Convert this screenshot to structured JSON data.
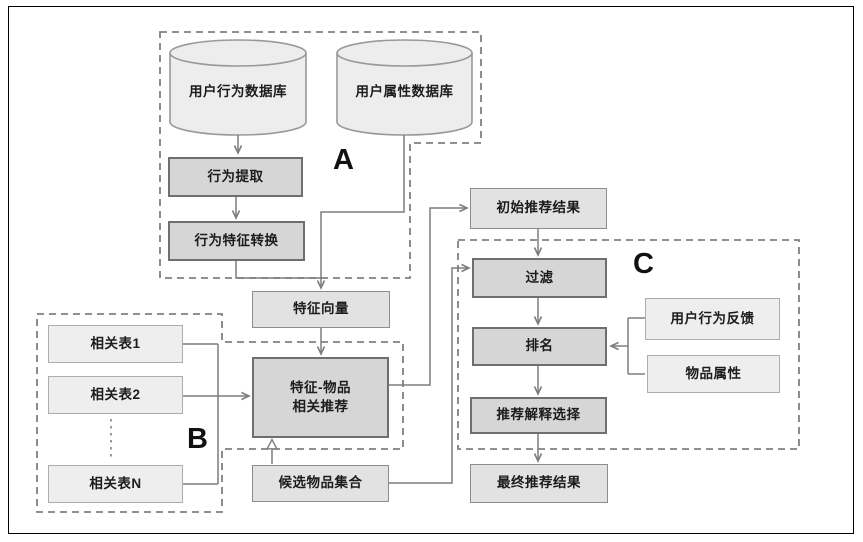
{
  "diagram": {
    "type": "flowchart",
    "language": "zh-CN",
    "sections": {
      "a": "A",
      "b": "B",
      "c": "C"
    },
    "nodes": {
      "user_behavior_db": "用户行为数据库",
      "user_attribute_db": "用户属性数据库",
      "behavior_extraction": "行为提取",
      "behavior_feature_conversion": "行为特征转换",
      "feature_vector": "特征向量",
      "feature_item_rec_line1": "特征-物品",
      "feature_item_rec_line2": "相关推荐",
      "related_table_1": "相关表1",
      "related_table_2": "相关表2",
      "related_table_n": "相关表N",
      "candidate_item_set": "候选物品集合",
      "initial_rec_result": "初始推荐结果",
      "filter": "过滤",
      "ranking": "排名",
      "rec_explanation_selection": "推荐解释选择",
      "final_rec_result": "最终推荐结果",
      "user_behavior_feedback": "用户行为反馈",
      "item_attribute": "物品属性"
    },
    "colors": {
      "connector": "#7d7d7d",
      "dashed_border": "#808080",
      "dark_box_fill": "#d6d6d6",
      "dark_box_border": "#6f6f6f",
      "mid_box_fill": "#e2e2e2",
      "mid_box_border": "#8d8d8d",
      "light_box_fill": "#eeeeee",
      "light_box_border": "#adadad",
      "frame": "#000000",
      "background": "#ffffff"
    }
  }
}
